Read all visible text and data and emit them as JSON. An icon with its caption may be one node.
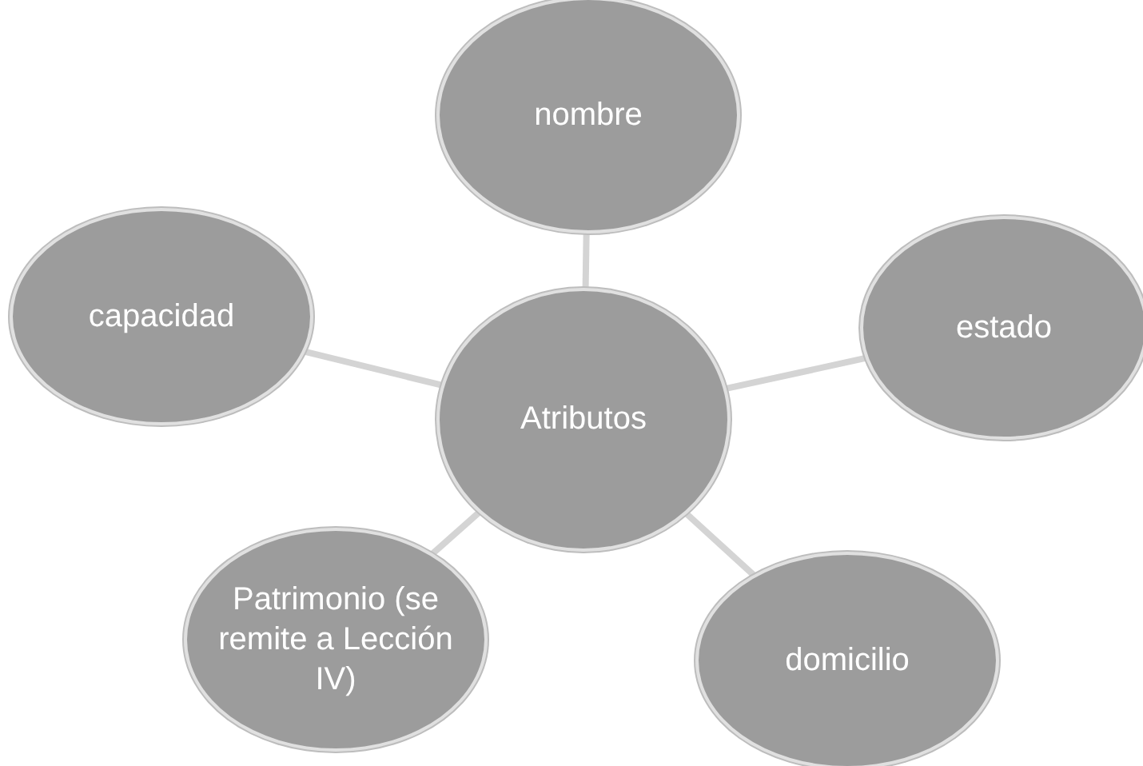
{
  "diagram": {
    "nodes": [
      {
        "text": [
          "nombre"
        ]
      },
      {
        "text": [
          "capacidad"
        ]
      },
      {
        "text": [
          "estado"
        ]
      },
      {
        "text": [
          "Atributos"
        ]
      },
      {
        "text": [
          "Patrimonio (se remite a Lección IV)"
        ]
      },
      {
        "text": [
          "domicilio"
        ]
      }
    ],
    "edges": [
      {
        "from": 3,
        "to": 0,
        "arrow": "none"
      },
      {
        "from": 3,
        "to": 1,
        "arrow": "none"
      },
      {
        "from": 3,
        "to": 2,
        "arrow": "none"
      },
      {
        "from": 3,
        "to": 4,
        "arrow": "none"
      },
      {
        "from": 3,
        "to": 5,
        "arrow": "none"
      }
    ]
  }
}
